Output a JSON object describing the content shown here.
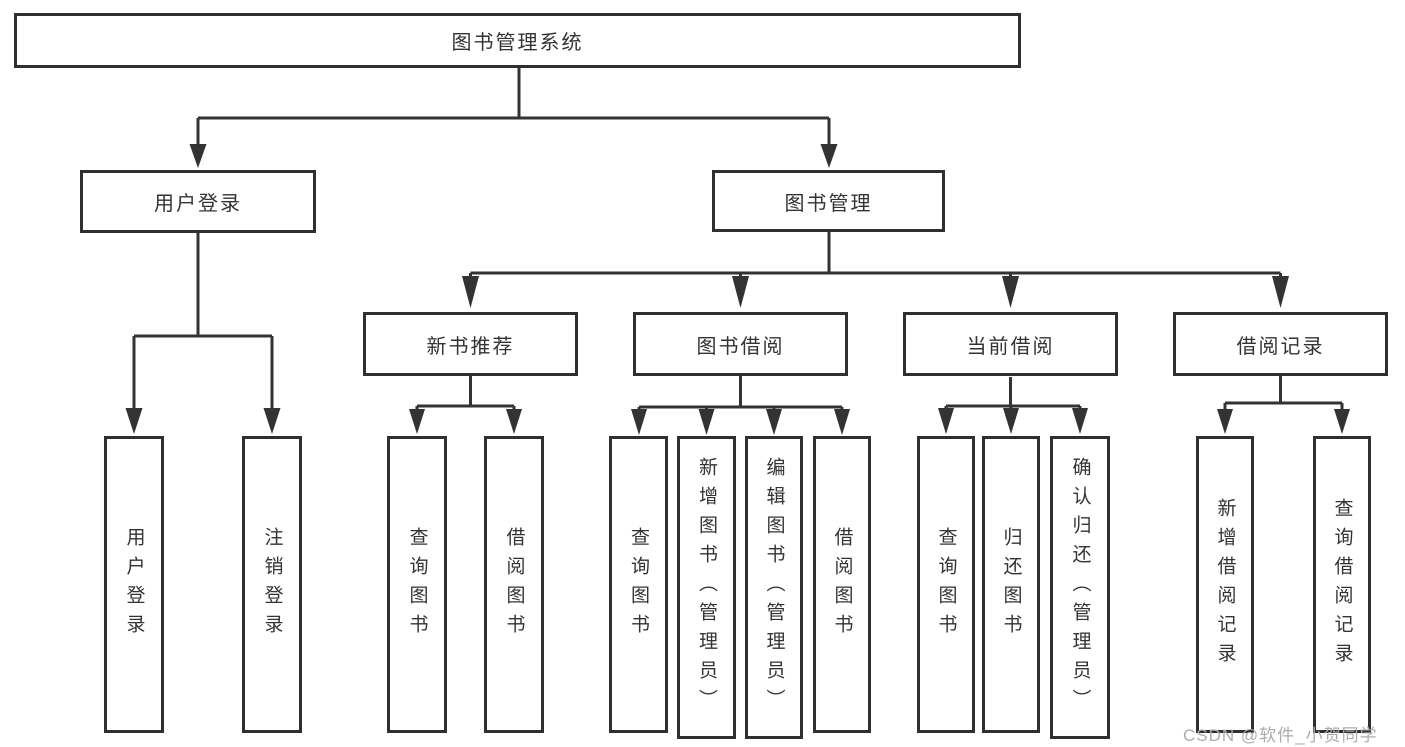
{
  "diagram": {
    "type": "tree",
    "title": "图书管理系统",
    "root": {
      "label": "图书管理系统",
      "children": [
        {
          "label": "用户登录",
          "children": [
            {
              "label": "用户登录"
            },
            {
              "label": "注销登录"
            }
          ]
        },
        {
          "label": "图书管理",
          "children": [
            {
              "label": "新书推荐",
              "children": [
                {
                  "label": "查询图书"
                },
                {
                  "label": "借阅图书"
                }
              ]
            },
            {
              "label": "图书借阅",
              "children": [
                {
                  "label": "查询图书"
                },
                {
                  "label": "新增图书（管理员）"
                },
                {
                  "label": "编辑图书（管理员）"
                },
                {
                  "label": "借阅图书"
                }
              ]
            },
            {
              "label": "当前借阅",
              "children": [
                {
                  "label": "查询图书"
                },
                {
                  "label": "归还图书"
                },
                {
                  "label": "确认归还（管理员）"
                }
              ]
            },
            {
              "label": "借阅记录",
              "children": [
                {
                  "label": "新增借阅记录"
                },
                {
                  "label": "查询借阅记录"
                }
              ]
            }
          ]
        }
      ]
    }
  },
  "colors": {
    "line": "#333333",
    "box_border": "#2f2f2f",
    "text": "#333333",
    "watermark": "#acacac",
    "background": "#ffffff"
  },
  "watermark": {
    "text": "CSDN @软件_小贺同学"
  }
}
